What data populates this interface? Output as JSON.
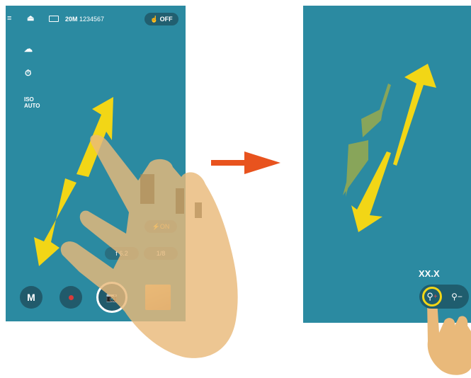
{
  "colors": {
    "screen": "#2b8aa1",
    "arrow_yellow": "#f2d616",
    "arrow_green": "#88a55a",
    "transition_arrow": "#e8531e",
    "hand": "#e9b97a"
  },
  "left_screen": {
    "top_bar": {
      "menu_icon": "menu-icon",
      "eject_icon": "eject-icon",
      "battery_icon": "battery-icon",
      "resolution": "20M",
      "shot_count": "1234567",
      "gesture_label": "OFF"
    },
    "side_icons": [
      "cloud-icon",
      "self-timer-off-icon"
    ],
    "iso_line1": "ISO",
    "iso_line2": "AUTO",
    "flash_label": "ON",
    "aperture": "f 6.2",
    "shutter": "1/8",
    "mode_label": "M"
  },
  "right_screen": {
    "zoom_value": "XX.X",
    "zoom_in_label": "+",
    "zoom_out_label": "−"
  }
}
